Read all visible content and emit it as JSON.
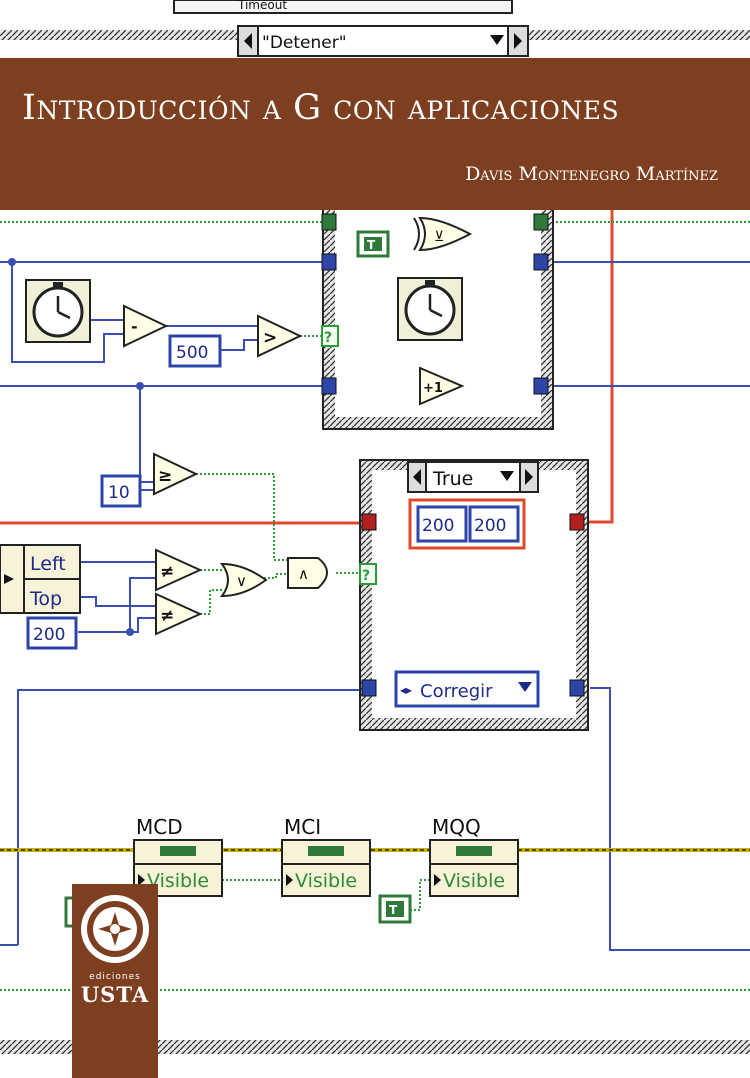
{
  "cover": {
    "title": "Introducción a G con aplicaciones",
    "author": "Davis Montenegro Martínez",
    "publisher_small": "ediciones",
    "publisher_name": "USTA"
  },
  "diagram": {
    "timeout_label": "Timeout",
    "case_selector_top": "\"Detener\"",
    "constant_500": "500",
    "constant_10": "10",
    "constant_200": "200",
    "true_constant": "T",
    "increment_label": "+1",
    "subtract_label": "-",
    "greater_label": ">",
    "greater_equal_label": "≥",
    "not_equal_label": "≠",
    "or_label": "∨",
    "and_label": "∧",
    "xor_label": "⊻",
    "case_true_label": "True",
    "cluster_values": [
      "200",
      "200"
    ],
    "property_left": "Left",
    "property_top": "Top",
    "corregir_label": "Corregir",
    "nodes": [
      {
        "name": "MCD",
        "property": "Visible"
      },
      {
        "name": "MCI",
        "property": "Visible"
      },
      {
        "name": "MQQ",
        "property": "Visible"
      }
    ]
  },
  "colors": {
    "banner": "#7e3f21",
    "wire_blue": "#3a4fb0",
    "wire_red": "#e04a2a",
    "wire_green": "#2f9a3a",
    "wire_yellow": "#c8b400"
  }
}
